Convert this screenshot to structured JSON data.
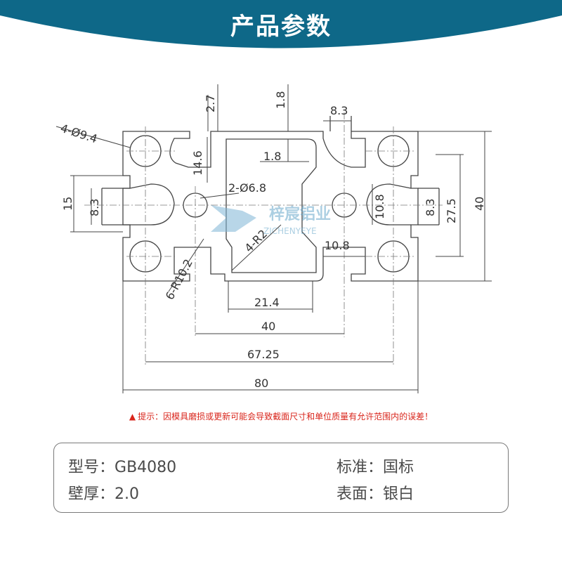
{
  "header": {
    "title": "产品参数",
    "bg_color": "#0e6888"
  },
  "drawing": {
    "dims": {
      "d_2_7": "2.7",
      "d_1_8_top": "1.8",
      "d_8_3_top": "8.3",
      "d_hole_corner": "4-Ø9.4",
      "d_14_6": "14.6",
      "d_1_8_inner": "1.8",
      "d_15": "15",
      "d_8_3_left": "8.3",
      "d_hole_center": "2-Ø6.8",
      "d_10_8_right": "10.8",
      "d_8_3_right": "8.3",
      "d_27_5": "27.5",
      "d_40_right": "40",
      "d_r2": "4-R2",
      "d_10_8_bottom": "10.8",
      "d_r10_2": "6-R10.2",
      "d_21_4": "21.4",
      "d_40_bottom": "40",
      "d_67_25": "67.25",
      "d_80": "80"
    },
    "watermark": {
      "brand": "梓宸铝业",
      "latin": "ZICHENYEYE"
    }
  },
  "warning": {
    "text": "提示：因模具磨损或更新可能会导致截面尺寸和单位质量有允许范围内的误差！",
    "color": "#d9261c"
  },
  "specs": {
    "model": {
      "label": "型号：",
      "value": "GB4080"
    },
    "standard": {
      "label": "标准：",
      "value": "国标"
    },
    "wall": {
      "label": "壁厚：",
      "value": "2.0"
    },
    "surface": {
      "label": "表面：",
      "value": "银白"
    }
  }
}
